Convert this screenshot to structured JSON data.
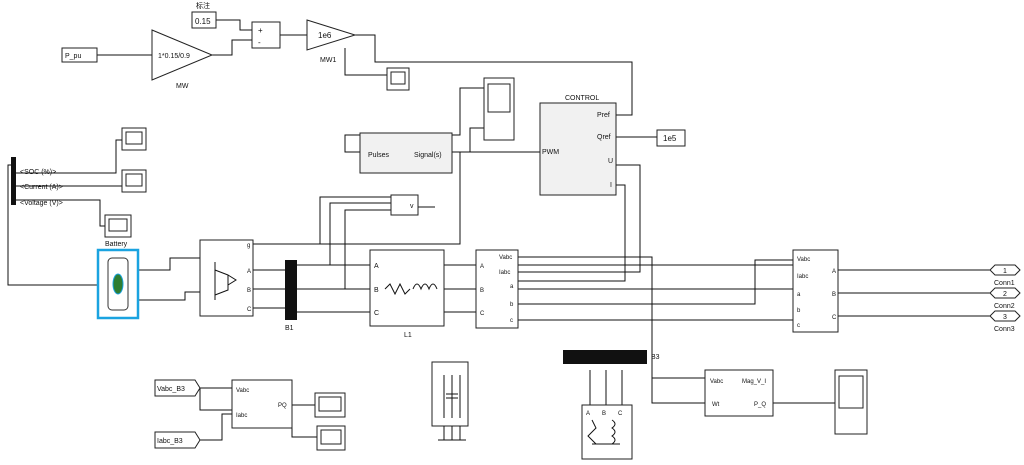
{
  "labels": {
    "const_title": "标注",
    "const_val": "0.15",
    "p_pu": "P_pu",
    "gain_mw": "1*0.15/0.9",
    "mw": "MW",
    "gain_1e6": "1e6",
    "mw1": "MW1",
    "control": "CONTROL",
    "pref": "Pref",
    "qref": "Qref",
    "u": "U",
    "i": "I",
    "pwm": "PWM",
    "qref_val": "1e5",
    "pulses": "Pulses",
    "signal": "Signal(s)",
    "soc": "<SOC (%)>",
    "current": "<Current (A)>",
    "voltage": "<Voltage (V)>",
    "battery": "Battery",
    "b1": "B1",
    "l1": "L1",
    "vabc": "Vabc",
    "iabc": "Iabc",
    "A": "A",
    "B": "B",
    "C": "C",
    "a": "a",
    "b": "b",
    "c": "c",
    "g": "g",
    "v": "v",
    "conn1": "Conn1",
    "conn2": "Conn2",
    "conn3": "Conn3",
    "n1": "1",
    "n2": "2",
    "n3": "3",
    "vabc_b3": "Vabc_B3",
    "iabc_b3": "Iabc_B3",
    "pq": "PQ",
    "mag_v_i": "Mag_V_I",
    "wt": "Wt",
    "p_q": "P_Q",
    "b3": "B3"
  }
}
